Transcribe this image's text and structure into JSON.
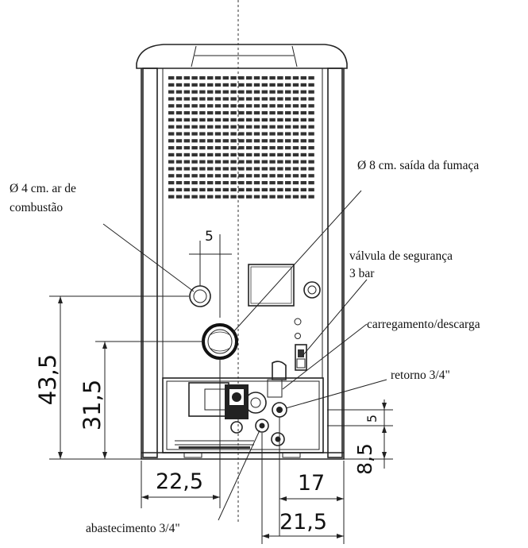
{
  "labels": {
    "air_inlet_line1": "Ø 4 cm. ar de",
    "air_inlet_line2": "combustão",
    "smoke_outlet": "Ø 8 cm. saída da fumaça",
    "safety_valve_line1": "válvula de segurança",
    "safety_valve_line2": "3 bar",
    "fill_drain": "carregamento/descarga",
    "return": "retorno 3/4\"",
    "supply": "abastecimento 3/4\""
  },
  "dimensions": {
    "height_air_inlet": "43,5",
    "height_smoke_outlet": "31,5",
    "offset_air_inlet": "5",
    "width_left": "22,5",
    "width_return": "17",
    "width_supply": "21,5",
    "height_fitting": "8,5",
    "fitting_spacing": "5"
  },
  "colors": {
    "line": "#222222",
    "text": "#111111"
  }
}
